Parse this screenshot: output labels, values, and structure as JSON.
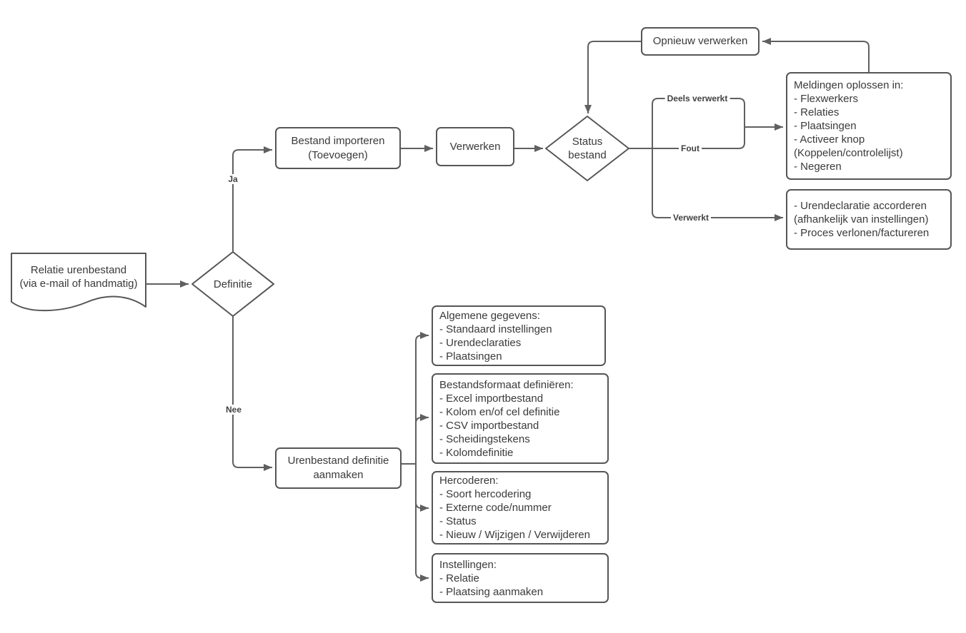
{
  "diagram": {
    "title": "Urenbestand verwerken flowchart",
    "colors": {
      "stroke": "#606060",
      "box_border": "#565656",
      "text": "#3a3a3a",
      "label": "#424242",
      "background": "#ffffff"
    },
    "nodes": {
      "document": {
        "lines": [
          "Relatie urenbestand",
          "(via e-mail of handmatig)"
        ]
      },
      "definitie": {
        "label": "Definitie"
      },
      "bestand_importeren": {
        "lines": [
          "Bestand importeren",
          "(Toevoegen)"
        ]
      },
      "verwerken": {
        "label": "Verwerken"
      },
      "status_bestand": {
        "lines": [
          "Status",
          "bestand"
        ]
      },
      "opnieuw_verwerken": {
        "label": "Opnieuw verwerken"
      },
      "meldingen": {
        "lines": [
          "Meldingen oplossen in:",
          "- Flexwerkers",
          "- Relaties",
          "- Plaatsingen",
          "- Activeer knop",
          "(Koppelen/controlelijst)",
          "- Negeren"
        ]
      },
      "urendeclaratie": {
        "lines": [
          "- Urendeclaratie accorderen",
          "(afhankelijk van instellingen)",
          "- Proces verlonen/factureren"
        ]
      },
      "urenbestand_definitie": {
        "lines": [
          "Urenbestand definitie",
          "aanmaken"
        ]
      },
      "algemene_gegevens": {
        "lines": [
          "Algemene gegevens:",
          "- Standaard instellingen",
          "- Urendeclaraties",
          "- Plaatsingen"
        ]
      },
      "bestandsformaat": {
        "lines": [
          "Bestandsformaat definiëren:",
          "- Excel importbestand",
          "- Kolom en/of cel definitie",
          "- CSV importbestand",
          "- Scheidingstekens",
          "- Kolomdefinitie"
        ]
      },
      "hercoderen": {
        "lines": [
          "Hercoderen:",
          "- Soort hercodering",
          "- Externe code/nummer",
          "- Status",
          "- Nieuw / Wijzigen / Verwijderen"
        ]
      },
      "instellingen": {
        "lines": [
          "Instellingen:",
          "- Relatie",
          "- Plaatsing aanmaken"
        ]
      }
    },
    "edge_labels": {
      "ja": "Ja",
      "nee": "Nee",
      "deels_verwerkt": "Deels verwerkt",
      "fout": "Fout",
      "verwerkt": "Verwerkt"
    }
  }
}
